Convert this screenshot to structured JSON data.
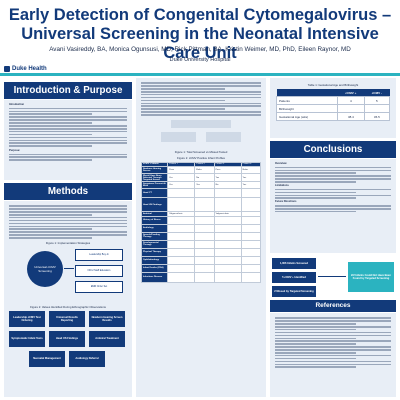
{
  "header": {
    "logo_text": "Duke Health",
    "title": "Early Detection of Congenital Cytomegalovirus – Universal Screening in the Neonatal Intensive Care Unit",
    "authors": "Avani Vasireddy, BA, Monica Ogunsusi, MD, Rick Pittman, BA, Kristin Weimer, MD, PhD, Eileen Raynor, MD",
    "affiliation": "Duke University Hospital"
  },
  "sections": {
    "intro": "Introduction & Purpose",
    "methods": "Methods",
    "conclusions": "Conclusions",
    "references": "References"
  },
  "intro": {
    "subhead": "Introduction",
    "purpose_label": "Purpose:"
  },
  "methods": {
    "fig1_caption": "Figure 1: Implementation Strategies",
    "fig2_caption": "Figure 2: Values Identified During Ethnographic Observations",
    "strategies": [
      "Leadership Buy-In",
      "NICU Staff Education",
      "EMR Order Set"
    ],
    "center_label": "Universal cCMV Screening",
    "values": [
      "Leadership cCMV Test Ordering",
      "Universal Results Reporting",
      "Newborn Hearing Screen Results",
      "Symptomatic Infant Tests",
      "Head US Findings",
      "Antiviral Treatment",
      "Neonatal Management",
      "Audiology Referral"
    ]
  },
  "middle": {
    "fig1_caption": "Figure 1: Total Screened vs Missed Tested",
    "fig2_caption": "Figure 2: cCMV Positive Infant Profiles",
    "table2_headers": [
      "cCMV + Infants",
      "Patient 1",
      "Patient 2",
      "Patient 3",
      "Patient 4"
    ],
    "table2_rows": [
      {
        "label": "Newborn Hearing Screen",
        "cells": [
          "Pass",
          "Refer",
          "Pass",
          "Refer"
        ]
      },
      {
        "label": "Would Have Been Selected Through Targeted Screen",
        "cells": [
          "Yes",
          "No",
          "Yes",
          "Yes"
        ]
      },
      {
        "label": "Symptoms Present At Birth",
        "cells": [
          "Yes",
          "Yes",
          "No",
          "Yes"
        ]
      },
      {
        "label": "Head CT",
        "cells": [
          "",
          "",
          "",
          ""
        ]
      },
      {
        "label": "Head US Findings",
        "cells": [
          "",
          "",
          "",
          ""
        ]
      },
      {
        "label": "Antiviral",
        "cells": [
          "Valganciclovir",
          "",
          "Valganciclovir",
          ""
        ]
      },
      {
        "label": "History of Illness",
        "cells": [
          "",
          "",
          "",
          ""
        ]
      },
      {
        "label": "Audiology",
        "cells": [
          "",
          "",
          "",
          ""
        ]
      },
      {
        "label": "Speech/Feeding Therapy",
        "cells": [
          "",
          "",
          "",
          ""
        ]
      },
      {
        "label": "Developmental Therapy",
        "cells": [
          "",
          "",
          "",
          ""
        ]
      },
      {
        "label": "Physical Therapy",
        "cells": [
          "",
          "",
          "",
          ""
        ]
      },
      {
        "label": "Ophthalmology",
        "cells": [
          "",
          "",
          "",
          ""
        ]
      },
      {
        "label": "Infant Deaths (PDA)",
        "cells": [
          "",
          "",
          "",
          ""
        ]
      },
      {
        "label": "Infectious Disease",
        "cells": [
          "",
          "",
          "",
          ""
        ]
      }
    ]
  },
  "results_table": {
    "caption": "Table 1: Gestational Age and Birthweight",
    "headers": [
      "",
      "cCMV +",
      "cCMV -"
    ],
    "rows": [
      [
        "Patients",
        "4",
        "5"
      ],
      [
        "Birthweight",
        "",
        ""
      ],
      [
        "Gestational Age (wks)",
        "38.4",
        "36.5"
      ]
    ]
  },
  "conclusions": {
    "subhead_overview": "Overview",
    "subhead_limits": "Limitations",
    "subhead_future": "Future Directions",
    "flow": [
      "1,006 Infants Screened",
      "5 cCMV + Identified",
      "2 Missed by Targeted Screening"
    ],
    "right_box": "2/2 Infants Could Not Have Been Found by Targeted Screening"
  }
}
